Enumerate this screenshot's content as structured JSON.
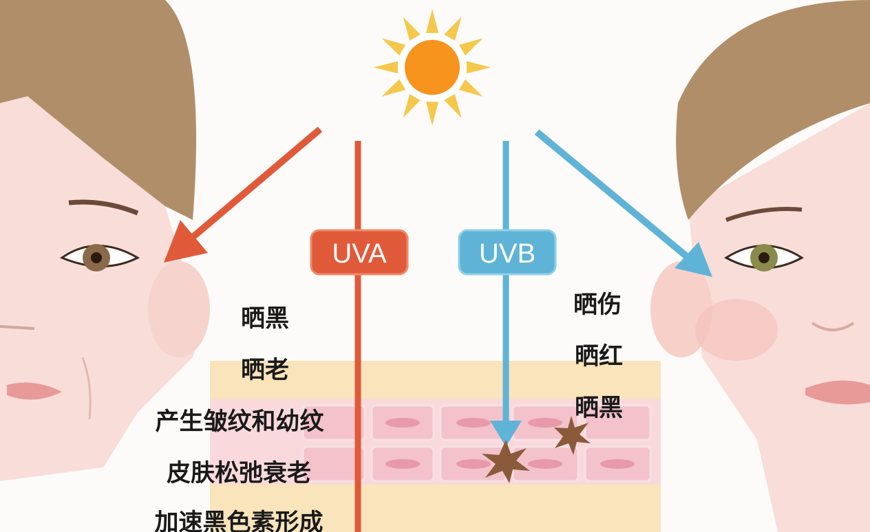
{
  "badges": {
    "uva": "UVA",
    "uvb": "UVB"
  },
  "uva_effects": [
    "晒黑",
    "晒老",
    "产生皱纹和幼纹",
    "皮肤松弛衰老",
    "加速黑色素形成"
  ],
  "uvb_effects": [
    "晒伤",
    "晒红",
    "晒黑"
  ],
  "colors": {
    "uva": "#e05a3a",
    "uvb": "#5fb3d6",
    "sun": "#f7941d",
    "rays": "#f5c84c",
    "hair": "#b08e69",
    "skin": "#f9ddd8"
  }
}
